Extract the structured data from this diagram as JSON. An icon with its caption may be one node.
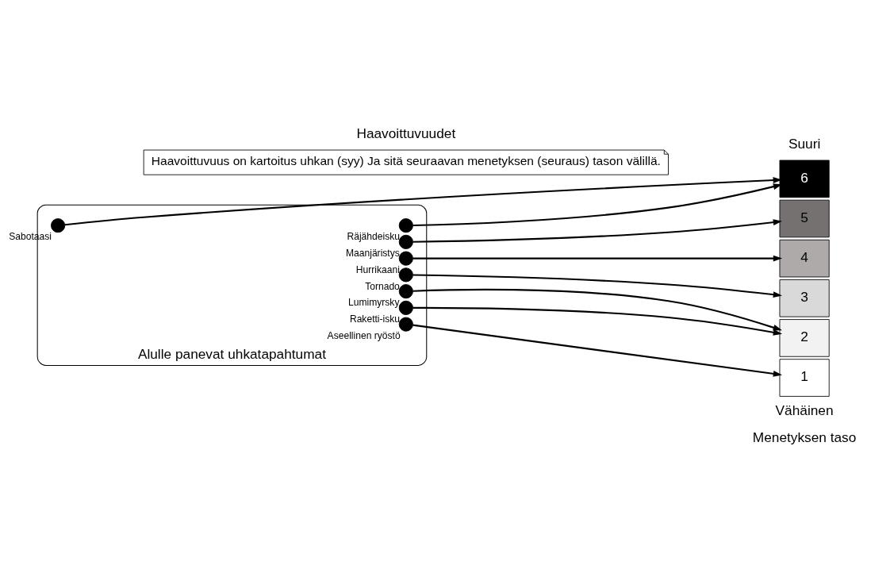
{
  "diagram": {
    "nodes": [
      {
        "text": [
          "Haavoittuvuus on kartoitus uhkan (syy) Ja sitä seuraavan menetyksen (seuraus) tason välillä."
        ]
      },
      {
        "text": [
          "Alulle panevat uhkatapahtumat"
        ]
      },
      {
        "text": [
          "Sabotaasi"
        ],
        "in": 1
      },
      {
        "text": [
          "Tornado"
        ],
        "in": 1
      },
      {
        "text": [
          "Räjähdeisku"
        ],
        "in": 1
      },
      {
        "text": [
          "Raketti-isku"
        ],
        "in": 1
      },
      {
        "text": [
          "Maanjäristys"
        ],
        "in": 1
      },
      {
        "text": [
          "Hurrikaani"
        ],
        "in": 1
      },
      {
        "text": [
          "Lumimyrsky"
        ],
        "in": 1
      },
      {
        "text": [
          "Aseellinen ryöstö"
        ],
        "in": 1
      },
      {
        "text": [
          "6"
        ]
      },
      {
        "text": [
          "5"
        ]
      },
      {
        "text": [
          "4"
        ]
      },
      {
        "text": [
          "3"
        ]
      },
      {
        "text": [
          "2"
        ]
      },
      {
        "text": [
          "1"
        ]
      }
    ],
    "edges": [
      {
        "from": 2,
        "to": 10,
        "arrow": "to"
      },
      {
        "from": 3,
        "to": 13,
        "arrow": "to"
      },
      {
        "from": 4,
        "to": 10,
        "arrow": "to"
      },
      {
        "from": 5,
        "to": 14,
        "arrow": "to"
      },
      {
        "from": 6,
        "to": 11,
        "arrow": "to"
      },
      {
        "from": 7,
        "to": 12,
        "arrow": "to"
      },
      {
        "from": 8,
        "to": 14,
        "arrow": "to"
      },
      {
        "from": 9,
        "to": 15,
        "arrow": "to"
      }
    ],
    "labels": [
      "Suuri",
      "Vähäinen",
      "Haavoittuvuudet",
      "Menetyksen taso"
    ]
  }
}
